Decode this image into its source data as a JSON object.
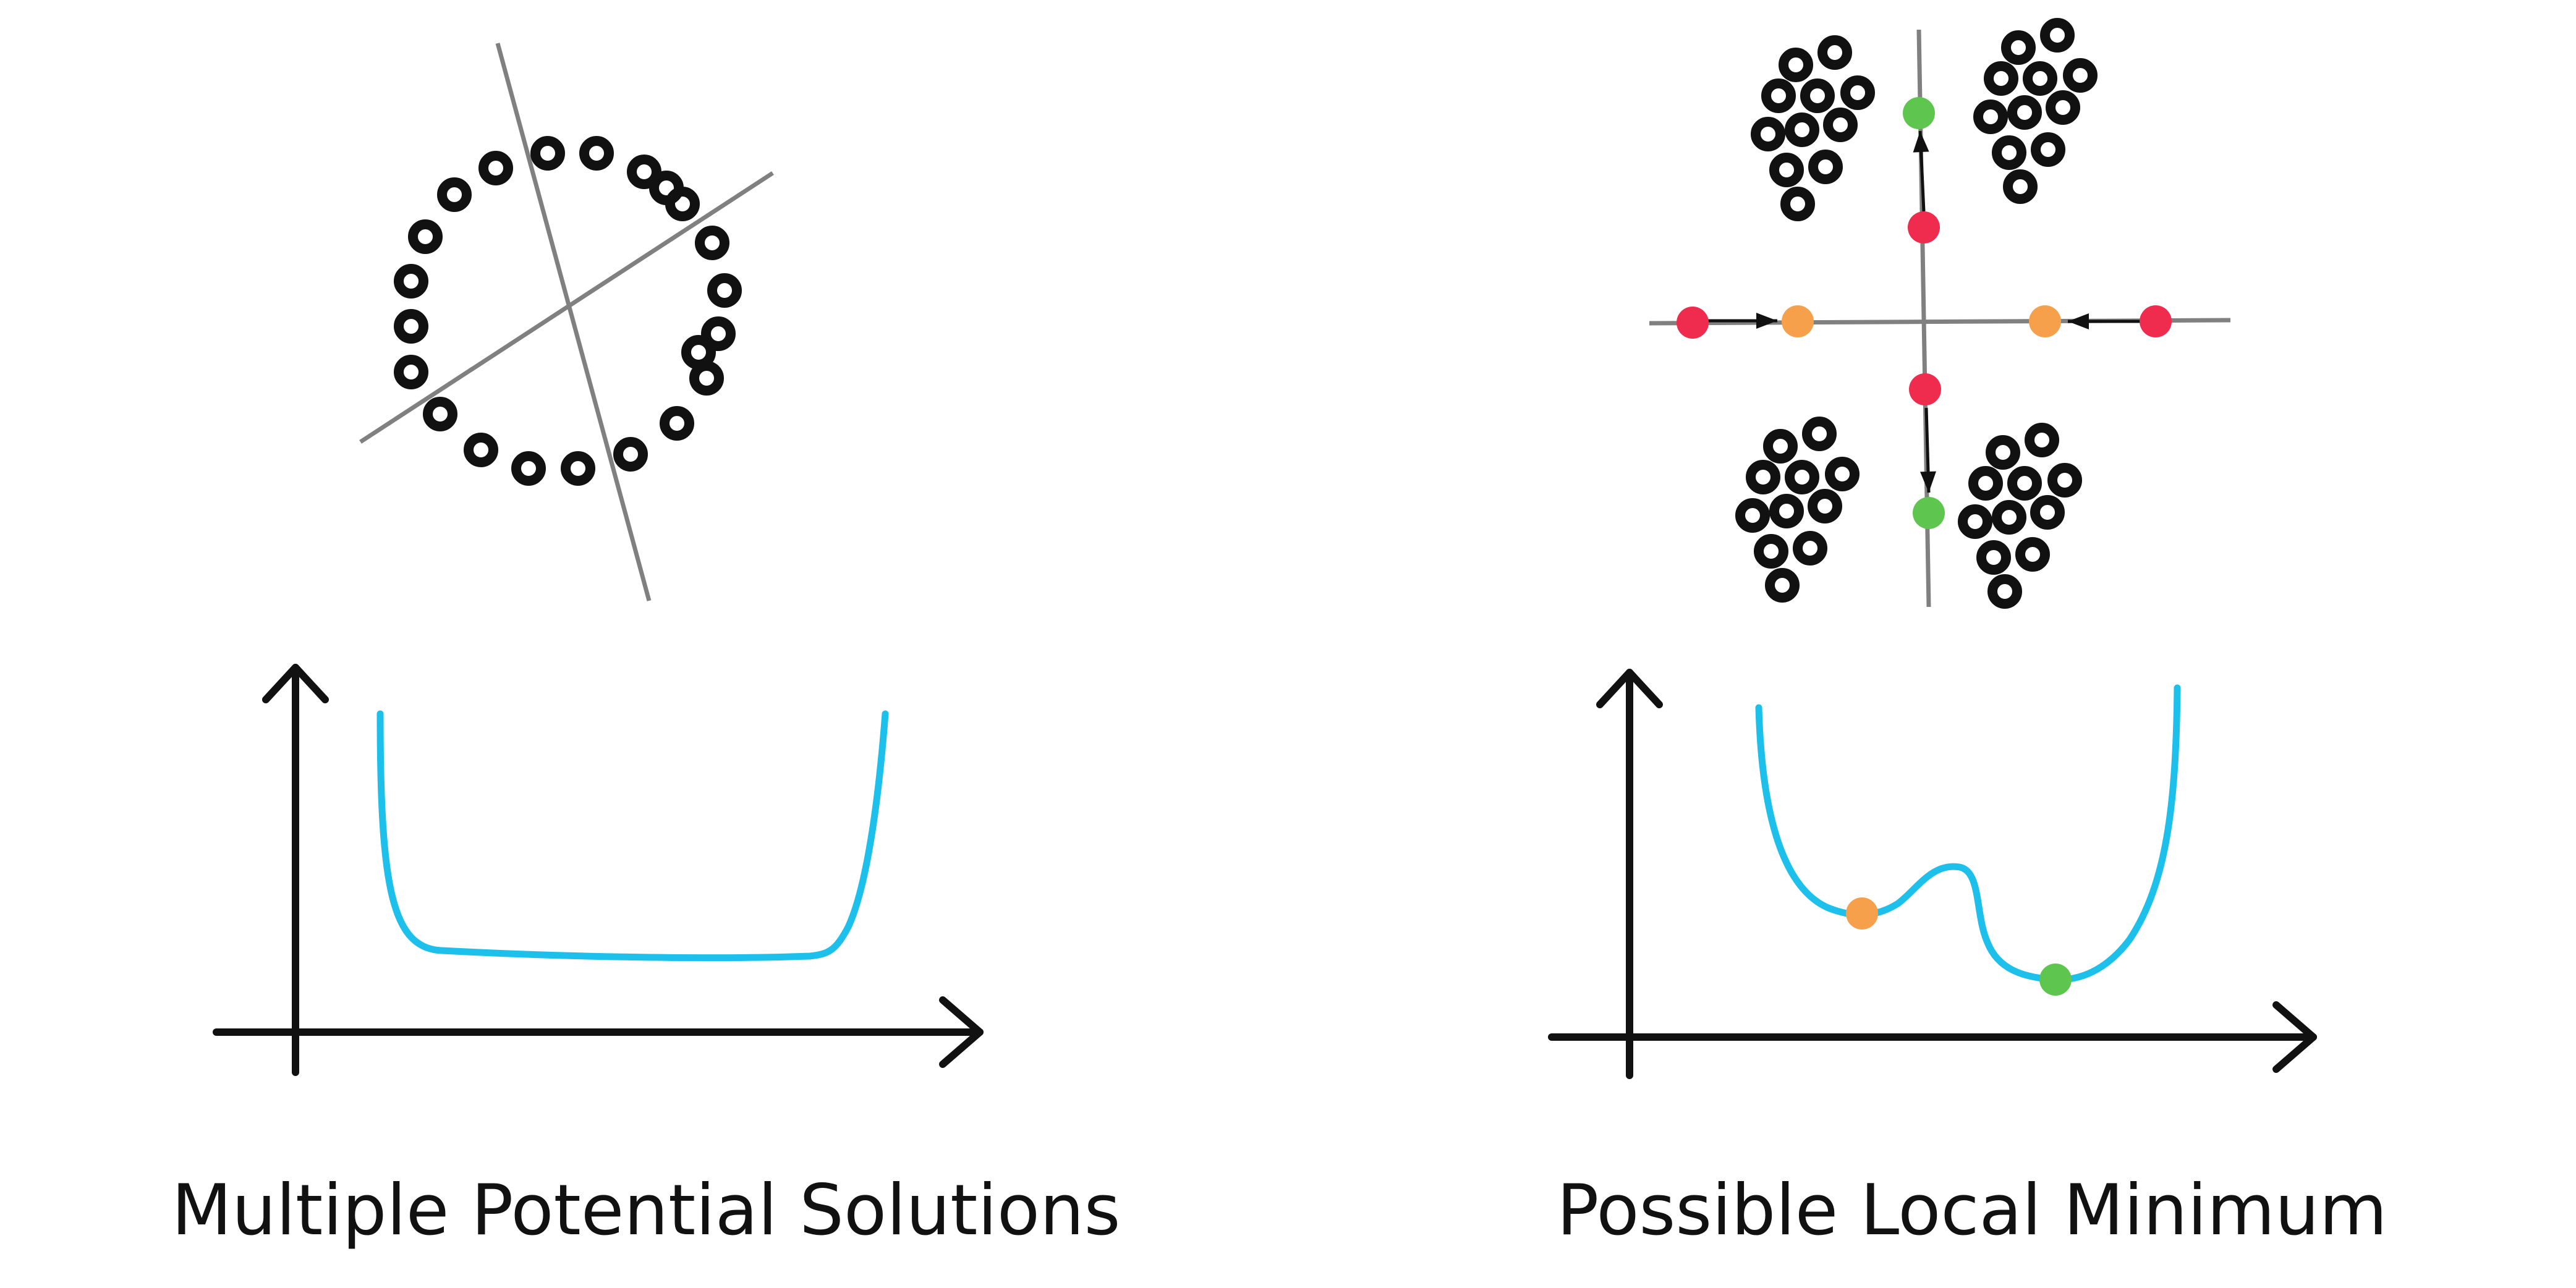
{
  "panels": {
    "left": {
      "caption": "Multiple Potential Solutions",
      "points_layout": "ring",
      "candidate_lines": 2,
      "ring_point_count": 22
    },
    "right": {
      "caption": "Possible Local Minimum",
      "points_layout": "four clusters",
      "cluster_point_count": 11,
      "moves": [
        {
          "from": "red",
          "to": "green",
          "direction": "up"
        },
        {
          "from": "red",
          "to": "green",
          "direction": "down"
        },
        {
          "from": "red",
          "to": "orange",
          "direction": "right"
        },
        {
          "from": "red",
          "to": "orange",
          "direction": "left"
        }
      ],
      "curve_markers": [
        {
          "color": "orange",
          "meaning": "local minimum"
        },
        {
          "color": "green",
          "meaning": "global minimum"
        }
      ]
    }
  },
  "colors": {
    "data_point": "#111111",
    "axis": "#111111",
    "candidate_line": "#808080",
    "loss_curve": "#1cc0ea",
    "start_point": "#ef2b4e",
    "local_minimum": "#f6a04c",
    "global_minimum": "#5ec54f"
  }
}
